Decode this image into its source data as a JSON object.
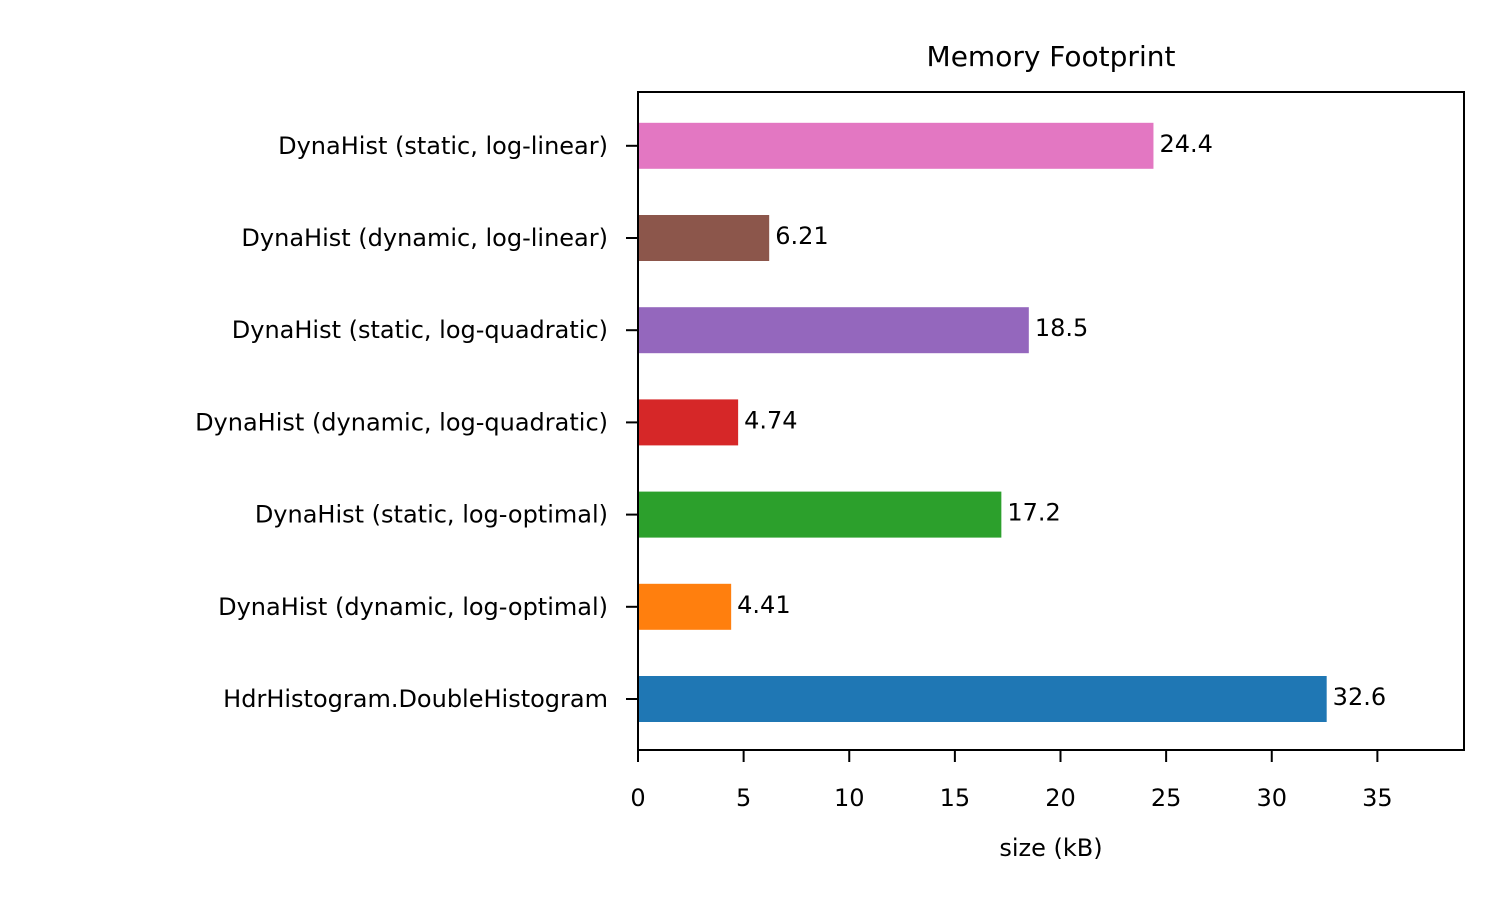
{
  "chart_data": {
    "type": "bar",
    "orientation": "horizontal",
    "title": "Memory Footprint",
    "xlabel": "size (kB)",
    "ylabel": "",
    "xlim": [
      0,
      39.1
    ],
    "xticks": [
      0,
      5,
      10,
      15,
      20,
      25,
      30,
      35
    ],
    "grid": false,
    "categories": [
      "HdrHistogram.DoubleHistogram",
      "DynaHist (dynamic, log-optimal)",
      "DynaHist (static, log-optimal)",
      "DynaHist (dynamic, log-quadratic)",
      "DynaHist (static, log-quadratic)",
      "DynaHist (dynamic, log-linear)",
      "DynaHist (static, log-linear)"
    ],
    "values": [
      32.6,
      4.41,
      17.2,
      4.74,
      18.5,
      6.21,
      24.4
    ],
    "value_labels": [
      "32.6",
      "4.41",
      "17.2",
      "4.74",
      "18.5",
      "6.21",
      "24.4"
    ],
    "colors": [
      "#1f77b4",
      "#ff7f0e",
      "#2ca02c",
      "#d62728",
      "#9467bd",
      "#8c564b",
      "#e377c2"
    ]
  }
}
